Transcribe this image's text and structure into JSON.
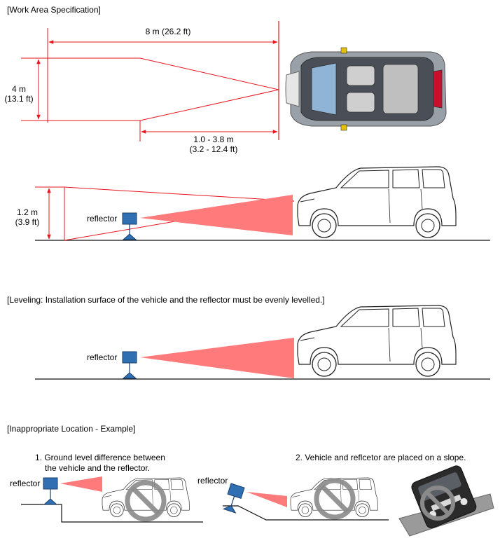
{
  "sections": {
    "work_area": {
      "heading": "[Work Area Specification]",
      "length_label": "8 m (26.2 ft)",
      "width_label_line1": "4 m",
      "width_label_line2": "(13.1 ft)",
      "distance_label_line1": "1.0 - 3.8 m",
      "distance_label_line2": "(3.2 - 12.4 ft)",
      "height_label_line1": "1.2 m",
      "height_label_line2": "(3.9 ft)",
      "reflector_label": "reflector"
    },
    "leveling": {
      "heading": "[Leveling: Installation surface of the vehicle and the reflector must be evenly levelled.]",
      "reflector_label": "reflector"
    },
    "inappropriate": {
      "heading": "[Inappropriate Location - Example]",
      "example1_line1": "1. Ground level difference between",
      "example1_line2": "the vehicle and the reflector.",
      "example2": "2. Vehicle and reflcetor are placed on a slope.",
      "reflector_label_1": "reflector",
      "reflector_label_2": "reflector"
    }
  },
  "colors": {
    "dimension_red": "#e8141e",
    "beam_red": "#ff7a7a",
    "reflector_blue": "#2f6fb2",
    "prohibition_gray": "#8a8a8a"
  }
}
